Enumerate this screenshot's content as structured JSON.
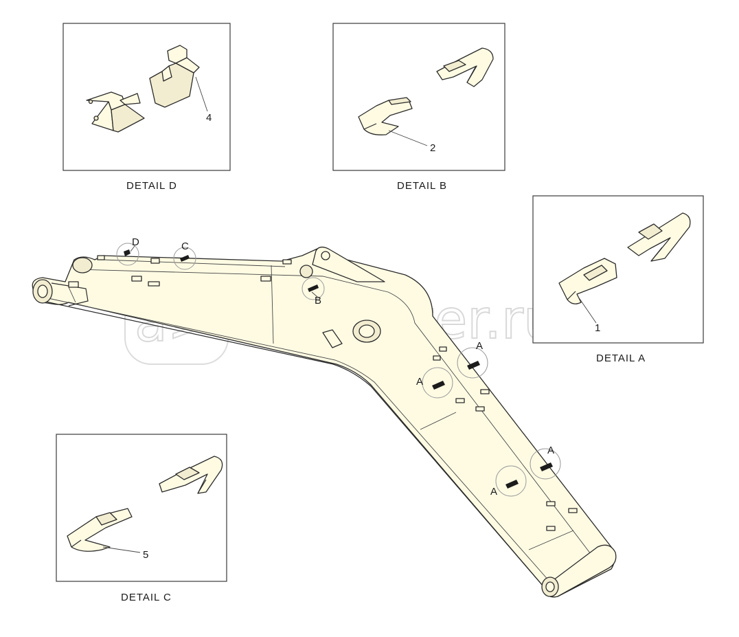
{
  "details": {
    "d": {
      "title": "DETAIL  D",
      "callout": "4"
    },
    "b": {
      "title": "DETAIL  B",
      "callout": "2"
    },
    "a": {
      "title": "DETAIL  A",
      "callout": "1"
    },
    "c": {
      "title": "DETAIL  C",
      "callout": "5"
    }
  },
  "boom_markers": {
    "d": "D",
    "c": "C",
    "b": "B",
    "a1": "A",
    "a2": "A",
    "a3": "A",
    "a4": "A"
  },
  "watermark": {
    "logo": "a>",
    "text": "autopiter.ru"
  }
}
